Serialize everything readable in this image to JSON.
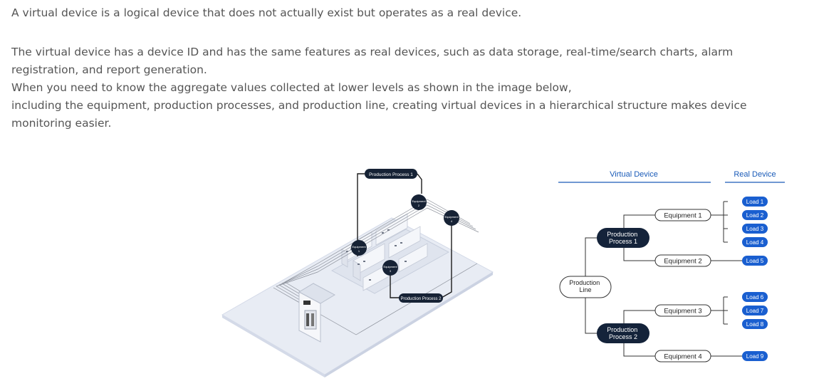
{
  "intro": {
    "line1": "A virtual device is a logical device that does not actually exist but operates as a real device.",
    "line2": "The virtual device has a device ID and has the same features as real devices, such as data storage, real-time/search charts, alarm registration, and report generation.",
    "line3": "When you need to know the aggregate values collected at lower levels as shown in the image below,",
    "line4": "including the equipment, production processes, and production line, creating virtual devices in a hierarchical structure makes device monitoring easier."
  },
  "illustration": {
    "process1_label": "Production Process 1",
    "process2_label": "Production Process 2",
    "eq1_label": "Equipment",
    "eq1_num": "1",
    "eq2_label": "Equipment",
    "eq2_num": "2",
    "eq3_label": "Equipment",
    "eq3_num": "3",
    "eq4_label": "Equipment",
    "eq4_num": "4",
    "colors": {
      "floor": "#e8ecf4",
      "floor_edge": "#d4dae8",
      "dark_node": "#162235",
      "wire": "#8a8f99"
    }
  },
  "hierarchy": {
    "virtual_header": "Virtual Device",
    "real_header": "Real Device",
    "root": "Production\nLine",
    "process1": "Production\nProcess 1",
    "process2": "Production\nProcess 2",
    "equipment": [
      "Equipment 1",
      "Equipment 2",
      "Equipment 3",
      "Equipment 4"
    ],
    "loads": [
      "Load 1",
      "Load 2",
      "Load 3",
      "Load 4",
      "Load 5",
      "Load 6",
      "Load 7",
      "Load 8",
      "Load 9"
    ],
    "colors": {
      "header": "#1a5bb8",
      "header_line": "#1a5bb8",
      "process_bg": "#14233a",
      "load_bg": "#1a5fd0",
      "line": "#333333"
    }
  }
}
